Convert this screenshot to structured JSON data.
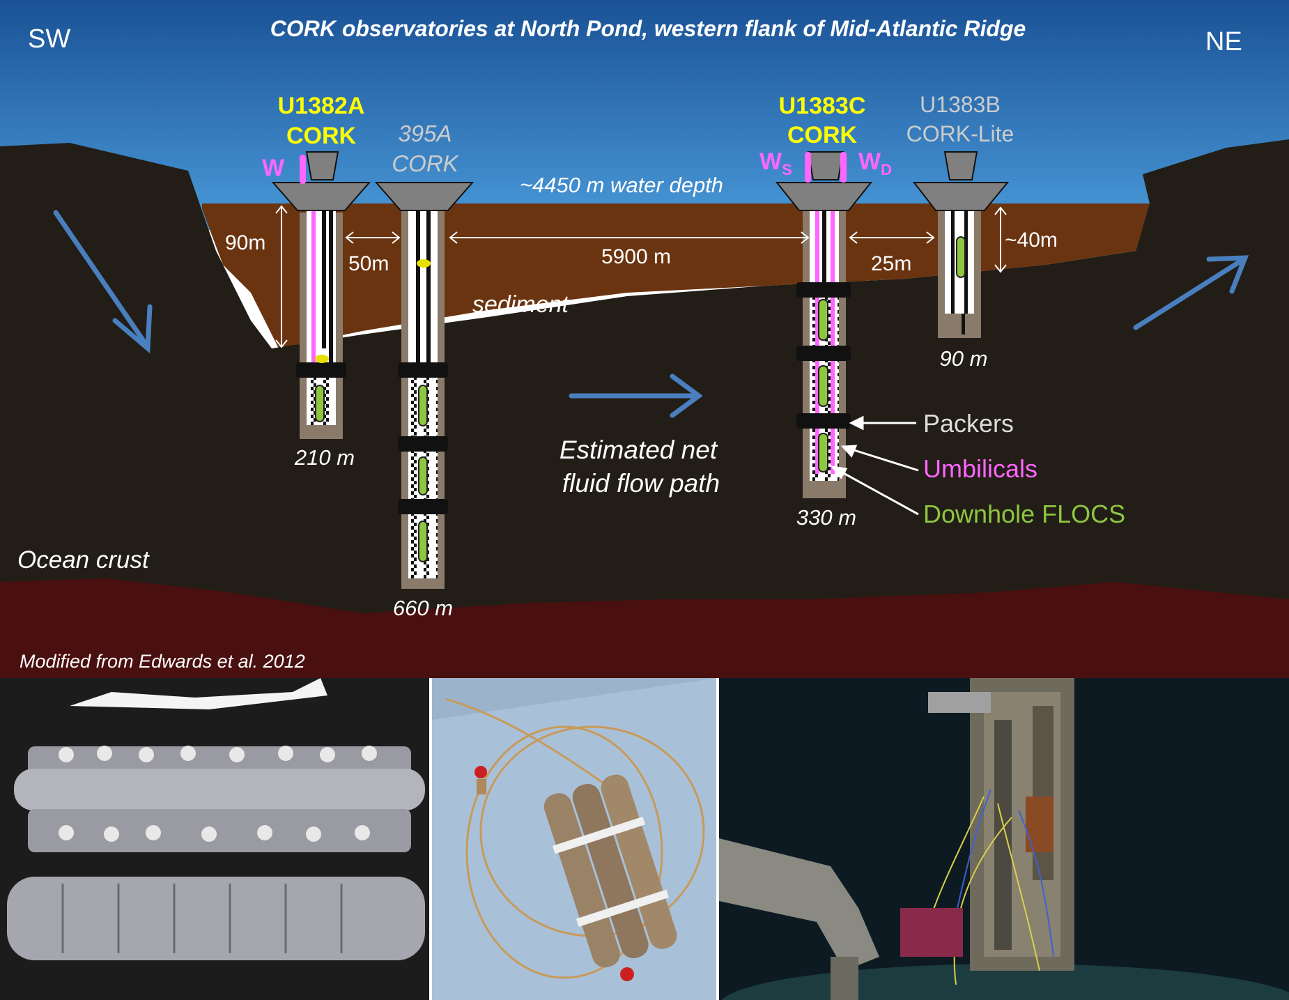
{
  "diagram": {
    "title": "CORK observatories at North Pond, western flank of Mid-Atlantic Ridge",
    "compass_left": "SW",
    "compass_right": "NE",
    "water_depth": "~4450 m water depth",
    "sediment_label": "sediment",
    "crust_label": "Ocean crust",
    "credit": "Modified from Edwards et al. 2012",
    "flow_label_line1": "Estimated net",
    "flow_label_line2": "fluid flow path",
    "holes": [
      {
        "name": "U1382A",
        "type": "CORK",
        "depth": "210 m"
      },
      {
        "name": "395A",
        "type": "CORK",
        "depth": "660 m"
      },
      {
        "name": "U1383C",
        "type": "CORK",
        "depth": "330 m"
      },
      {
        "name": "U1383B",
        "type": "CORK-Lite",
        "depth": "90 m"
      }
    ],
    "wellhead_labels": {
      "w": "W",
      "ws": "W",
      "ws_sub": "S",
      "wd": "W",
      "wd_sub": "D"
    },
    "dimensions": {
      "sed_90": "90m",
      "gap_50": "50m",
      "gap_5900": "5900 m",
      "gap_25": "25m",
      "sed_40": "~40m"
    },
    "legend": {
      "packers": "Packers",
      "umbilicals": "Umbilicals",
      "flocs": "Downhole FLOCS"
    },
    "colors": {
      "water_top": "#1f5fa6",
      "water_bottom": "#3f8fd6",
      "sediment": "#6b3410",
      "crust": "#221d16",
      "mantle": "#4a1010",
      "arrow": "#4a7fbf",
      "highlight": "#ffff00",
      "umbilical": "#ff66ff",
      "flocs": "#8fc63f",
      "packer": "#111111"
    }
  }
}
